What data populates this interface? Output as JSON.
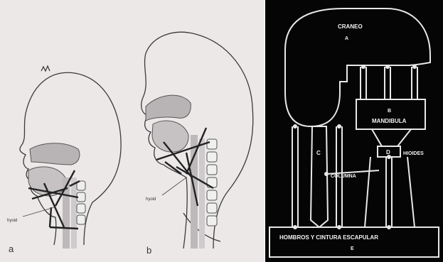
{
  "left_figure": {
    "label_a": "a",
    "label_b": "b",
    "callout_a": "hyoid",
    "callout_b": "hyoid"
  },
  "right_figure": {
    "cranium_label": "CRANEO",
    "cranium_letter": "A",
    "mandible_letter": "B",
    "mandible_label": "MANDIBULA",
    "hyoid_letter": "D",
    "hyoid_label": "HIOIDES",
    "column_letter": "C",
    "column_label": "COLUMNA",
    "shoulder_label": "HOMBROS Y CINTURA ESCAPULAR",
    "shoulder_letter": "E"
  },
  "colors": {
    "left_background": "#ece8e8",
    "right_background": "#050505",
    "shaded_structures": "#b8b4b6",
    "line_art": "#333333"
  }
}
